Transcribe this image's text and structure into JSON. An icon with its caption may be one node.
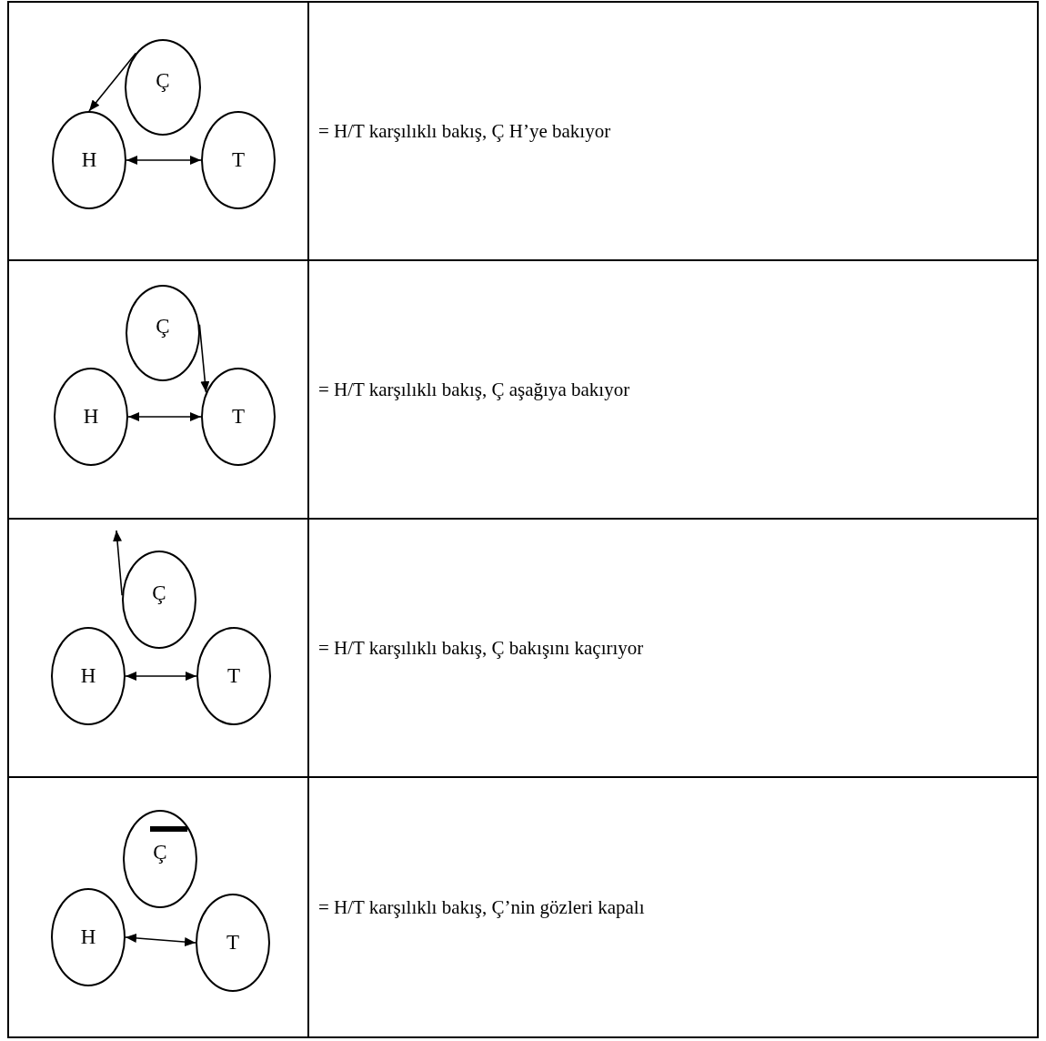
{
  "diagram": {
    "nodes": [
      {
        "text": [
          "Ç"
        ]
      },
      {
        "text": [
          "H"
        ]
      },
      {
        "text": [
          "T"
        ]
      },
      {
        "text": [
          "Ç"
        ]
      },
      {
        "text": [
          "H"
        ]
      },
      {
        "text": [
          "T"
        ]
      },
      {
        "text": [
          "Ç"
        ]
      },
      {
        "text": [
          "H"
        ]
      },
      {
        "text": [
          "T"
        ]
      },
      {
        "text": [
          "Ç"
        ]
      },
      {
        "text": [
          "H"
        ]
      },
      {
        "text": [
          "T"
        ]
      }
    ],
    "edges": [
      {
        "from": 1,
        "to": 2,
        "arrow": "both"
      },
      {
        "from": 0,
        "to": 1,
        "arrow": "to"
      },
      {
        "from": 4,
        "to": 5,
        "arrow": "both"
      },
      {
        "from": 3,
        "to": 5,
        "arrow": "to"
      },
      {
        "from": 7,
        "to": 8,
        "arrow": "both"
      },
      {
        "from": 6,
        "to": null,
        "arrow": "to"
      },
      {
        "from": 10,
        "to": 11,
        "arrow": "both"
      }
    ],
    "labels": [
      "= H/T karşılıklı bakış, Ç H’ye bakıyor",
      "= H/T karşılıklı bakış, Ç aşağıya bakıyor",
      "= H/T karşılıklı bakış, Ç bakışını kaçırıyor",
      "= H/T karşılıklı bakış, Ç’nin gözleri kapalı"
    ]
  }
}
